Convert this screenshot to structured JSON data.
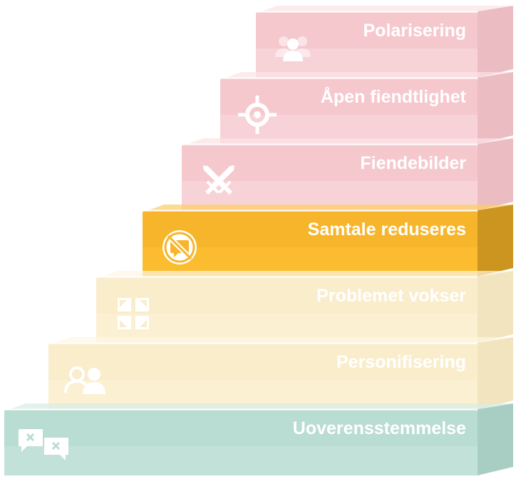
{
  "steps": [
    {
      "label": "Polarisering",
      "icon": "group-focus-icon",
      "theme": "pink"
    },
    {
      "label": "Åpen fiendtlighet",
      "icon": "crosshair-icon",
      "theme": "pink"
    },
    {
      "label": "Fiendebilder",
      "icon": "crossed-swords-icon",
      "theme": "pink"
    },
    {
      "label": "Samtale reduseres",
      "icon": "no-chat-icon",
      "theme": "amber"
    },
    {
      "label": "Problemet vokser",
      "icon": "expand-arrows-icon",
      "theme": "cream"
    },
    {
      "label": "Personifisering",
      "icon": "two-people-icon",
      "theme": "cream"
    },
    {
      "label": "Uoverensstemmelse",
      "icon": "speech-bubbles-x-icon",
      "theme": "teal"
    }
  ],
  "colors": {
    "pink": {
      "front": "#f5c8ce",
      "lower": "#f7d2d7",
      "top": "#fbe3e6",
      "side": "#ecbcc3"
    },
    "amber": {
      "front": "#f7b52b",
      "lower": "#fbbd2f",
      "top": "#fccd63",
      "side": "#cc9520"
    },
    "cream": {
      "front": "#faedcc",
      "lower": "#fbf0d2",
      "top": "#fdf6e4",
      "side": "#f2e4be"
    },
    "teal": {
      "front": "#b9dcd3",
      "lower": "#c2e1d9",
      "top": "#d9ece7",
      "side": "#a8cec4"
    }
  }
}
